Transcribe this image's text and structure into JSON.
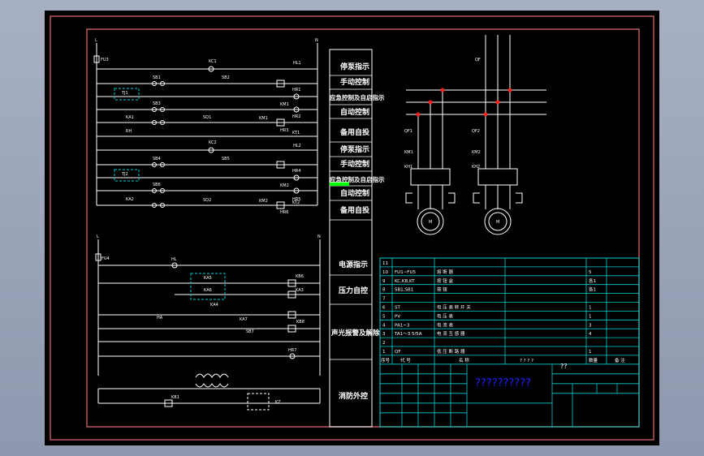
{
  "colors": {
    "background": "#000000",
    "frame": "#b85a5a",
    "lines": "#ffffff",
    "table": "#00d0d0",
    "title": "#2020ff",
    "marker": "#ff2020",
    "highlight": "#00ff00"
  },
  "side_labels": [
    "停泵指示",
    "手动控制",
    "应急控制及自启指示",
    "自动控制",
    "备用自投",
    "停泵指示",
    "手动控制",
    "应急控制及自启指示",
    "自动控制",
    "备用自投",
    "电源指示",
    "压力自控",
    "声光报警及解除",
    "消防外控"
  ],
  "rung_labels": {
    "l1": "L",
    "n1": "N",
    "fu3": "FU3",
    "kc1": "KC1",
    "hl1": "HL1",
    "sb1": "SB1",
    "sb2": "SB2",
    "hr1": "HR1",
    "tj1": "TJ1",
    "sb3": "SB3",
    "km1a": "KM1",
    "hr2": "HR2",
    "ka1": "KA1",
    "sq1": "SQ1",
    "km1b": "KM1",
    "hr3": "HR3",
    "kt1": "KT1",
    "rh": "RH",
    "kc2": "KC2",
    "hl2": "HL2",
    "sb4": "SB4",
    "sb5": "SB5",
    "hr4": "HR4",
    "tj2": "TJ2",
    "sb6": "SB6",
    "km2a": "KM2",
    "hr5": "HR5",
    "ka2": "KA2",
    "sq2": "SQ2",
    "km2b": "KM2",
    "hr6": "HR6",
    "kt2": "KT2",
    "l2": "L",
    "n2": "N",
    "fu4": "FU4",
    "hl": "HL",
    "ka5": "KA5",
    "ka6": "KA6",
    "ka4": "KA4",
    "kb6": "KB6",
    "ka3": "KA3",
    "ha": "HA",
    "ka7": "KA7",
    "sb7": "SB7",
    "kb8": "KB8",
    "hr7": "HR7",
    "kb1": "KB1",
    "kz": "KZ"
  },
  "motor_labels": {
    "qf": "QF",
    "qf1": "QF1",
    "qf2": "QF2",
    "km1": "KM1",
    "km2": "KM2",
    "kh1": "KH1",
    "kh2": "KH2",
    "m1": "M",
    "m2": "M"
  },
  "table": {
    "rows": [
      {
        "no": "11",
        "code": "",
        "name": "",
        "qty": ""
      },
      {
        "no": "10",
        "code": "FU1~FU5",
        "name": "熔 断 器",
        "qty": "5"
      },
      {
        "no": "9",
        "code": "KC,KB,KT",
        "name": "按 钮 盒",
        "qty": "各1"
      },
      {
        "no": "8",
        "code": "SB1,SB1",
        "name": "按 钮",
        "qty": "各1"
      },
      {
        "no": "7",
        "code": "",
        "name": "",
        "qty": ""
      },
      {
        "no": "6",
        "code": "ST",
        "name": "电 压 表 转 开 关",
        "qty": "1"
      },
      {
        "no": "5",
        "code": "PV",
        "name": "电 压 表",
        "qty": "1"
      },
      {
        "no": "4",
        "code": "PA1~3",
        "name": "电 流 表",
        "qty": "3"
      },
      {
        "no": "3",
        "code": "TA1～3 5/5A",
        "name": "电 流 互 感 器",
        "qty": "4"
      },
      {
        "no": "2",
        "code": "",
        "name": "",
        "qty": ""
      },
      {
        "no": "1",
        "code": "QF",
        "name": "低 压 断 路 器",
        "qty": "1"
      }
    ],
    "header": {
      "no": "序号",
      "code": "代 号",
      "name": "名 称",
      "spec": "? ? ? ?",
      "qty": "数量",
      "note": "备 注"
    },
    "title": "??????????",
    "corner": "??"
  }
}
